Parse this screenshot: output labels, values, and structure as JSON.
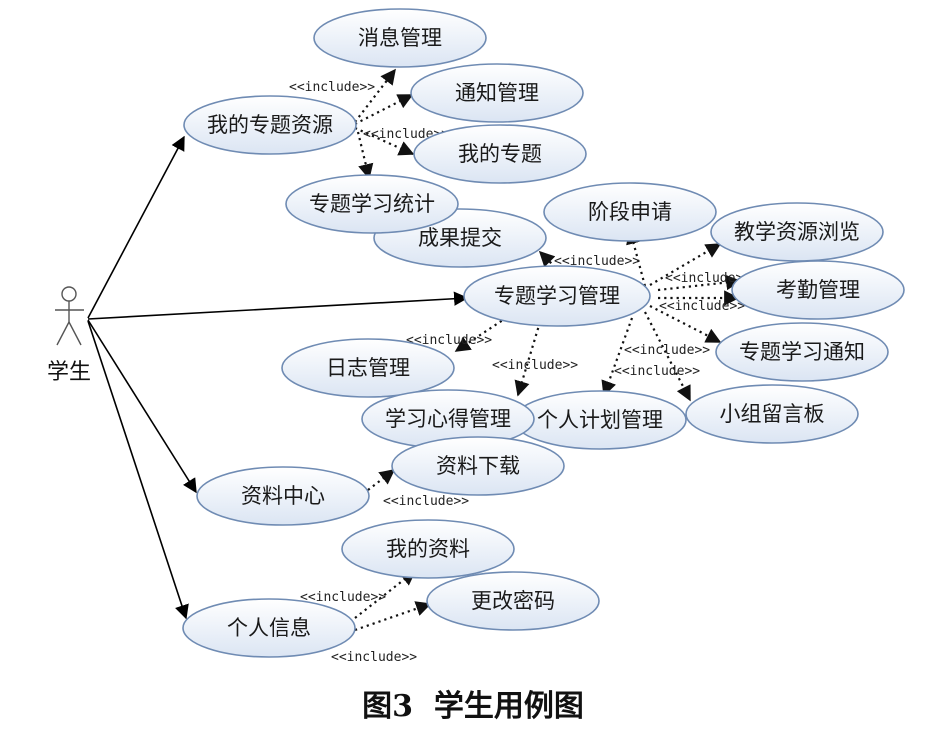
{
  "actor": {
    "label": "学生"
  },
  "use_cases": {
    "xiaoxi": "消息管理",
    "tongzhi": "通知管理",
    "zhuanti_ziyuan": "我的专题资源",
    "wode_zhuanti": "我的专题",
    "tongji": "专题学习统计",
    "chengguo": "成果提交",
    "jieduan": "阶段申请",
    "jiaoxue": "教学资源浏览",
    "kaoqin": "考勤管理",
    "zhuanti_guanli": "专题学习管理",
    "rizhi": "日志管理",
    "zhuanti_tongzhi": "专题学习通知",
    "xinde": "学习心得管理",
    "jihua": "个人计划管理",
    "liuyan": "小组留言板",
    "ziliao_xiazai": "资料下载",
    "ziliao_zhongxin": "资料中心",
    "wode_ziliao": "我的资料",
    "gengai": "更改密码",
    "geren": "个人信息"
  },
  "include_label": "<<include>>",
  "caption": "图3  学生用例图"
}
